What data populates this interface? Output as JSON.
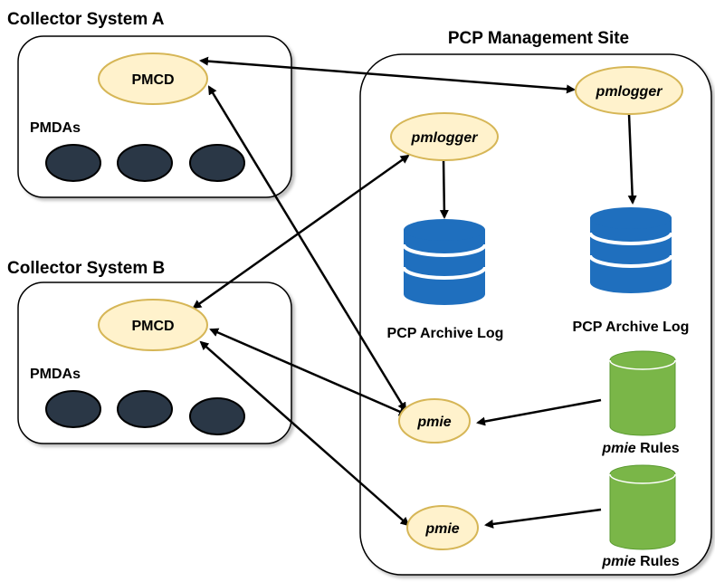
{
  "collector_a": {
    "title": "Collector System A",
    "pmcd": "PMCD",
    "pmdas": "PMDAs"
  },
  "collector_b": {
    "title": "Collector System B",
    "pmcd": "PMCD",
    "pmdas": "PMDAs"
  },
  "site": {
    "title": "PCP Management Site",
    "pmlogger_left": "pmlogger",
    "pmlogger_right": "pmlogger",
    "archive_left": "PCP Archive Log",
    "archive_right": "PCP Archive Log",
    "pmie_top": "pmie",
    "pmie_bottom": "pmie",
    "rules_top_tool": "pmie",
    "rules_top_word": " Rules",
    "rules_bottom_tool": "pmie",
    "rules_bottom_word": " Rules"
  },
  "colors": {
    "process_fill": "#fff2cc",
    "process_stroke": "#d6b656",
    "pmda_fill": "#2a3746",
    "archive_fill": "#1f6fbe",
    "rules_fill": "#7ab648",
    "line": "#000000"
  }
}
